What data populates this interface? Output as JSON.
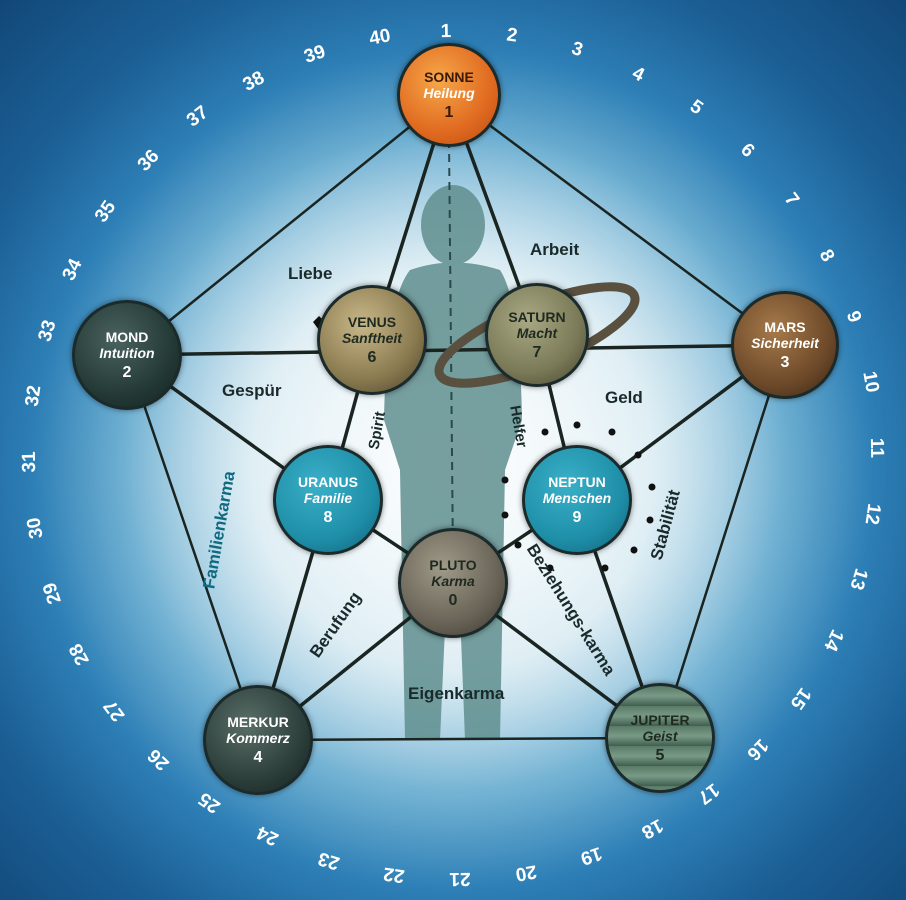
{
  "ring_numbers": [
    "1",
    "2",
    "3",
    "4",
    "5",
    "6",
    "7",
    "8",
    "9",
    "10",
    "11",
    "12",
    "13",
    "14",
    "15",
    "16",
    "17",
    "18",
    "19",
    "20",
    "21",
    "22",
    "23",
    "24",
    "25",
    "26",
    "27",
    "28",
    "29",
    "30",
    "31",
    "32",
    "33",
    "34",
    "35",
    "36",
    "37",
    "38",
    "39",
    "40"
  ],
  "planets": {
    "sonne": {
      "name": "SONNE",
      "keyword": "Heilung",
      "number": "1"
    },
    "mond": {
      "name": "MOND",
      "keyword": "Intuition",
      "number": "2"
    },
    "mars": {
      "name": "MARS",
      "keyword": "Sicherheit",
      "number": "3"
    },
    "merkur": {
      "name": "MERKUR",
      "keyword": "Kommerz",
      "number": "4"
    },
    "jupiter": {
      "name": "JUPITER",
      "keyword": "Geist",
      "number": "5"
    },
    "venus": {
      "name": "VENUS",
      "keyword": "Sanftheit",
      "number": "6"
    },
    "saturn": {
      "name": "SATURN",
      "keyword": "Macht",
      "number": "7"
    },
    "uranus": {
      "name": "URANUS",
      "keyword": "Familie",
      "number": "8"
    },
    "neptun": {
      "name": "NEPTUN",
      "keyword": "Menschen",
      "number": "9"
    },
    "pluto": {
      "name": "PLUTO",
      "keyword": "Karma",
      "number": "0"
    }
  },
  "labels": {
    "liebe": "Liebe",
    "arbeit": "Arbeit",
    "gespuer": "Gespür",
    "geld": "Geld",
    "familienkarma": "Familienkarma",
    "stabilitaet": "Stabilität",
    "berufung": "Berufung",
    "beziehungskarma": "Beziehungs-karma",
    "eigenkarma": "Eigenkarma",
    "spirit": "Spirit",
    "helfer": "Helfer"
  },
  "colors": {
    "sonne": "#e8762a",
    "mond": "#243a36",
    "mars": "#6e4a2a",
    "merkur": "#2c3f3a",
    "jupiter": "#4a6a58",
    "venus": "#8a7a50",
    "saturn": "#7a7a58",
    "uranus": "#1f8fa8",
    "neptun": "#1f8fa8",
    "pluto": "#6a6458"
  }
}
